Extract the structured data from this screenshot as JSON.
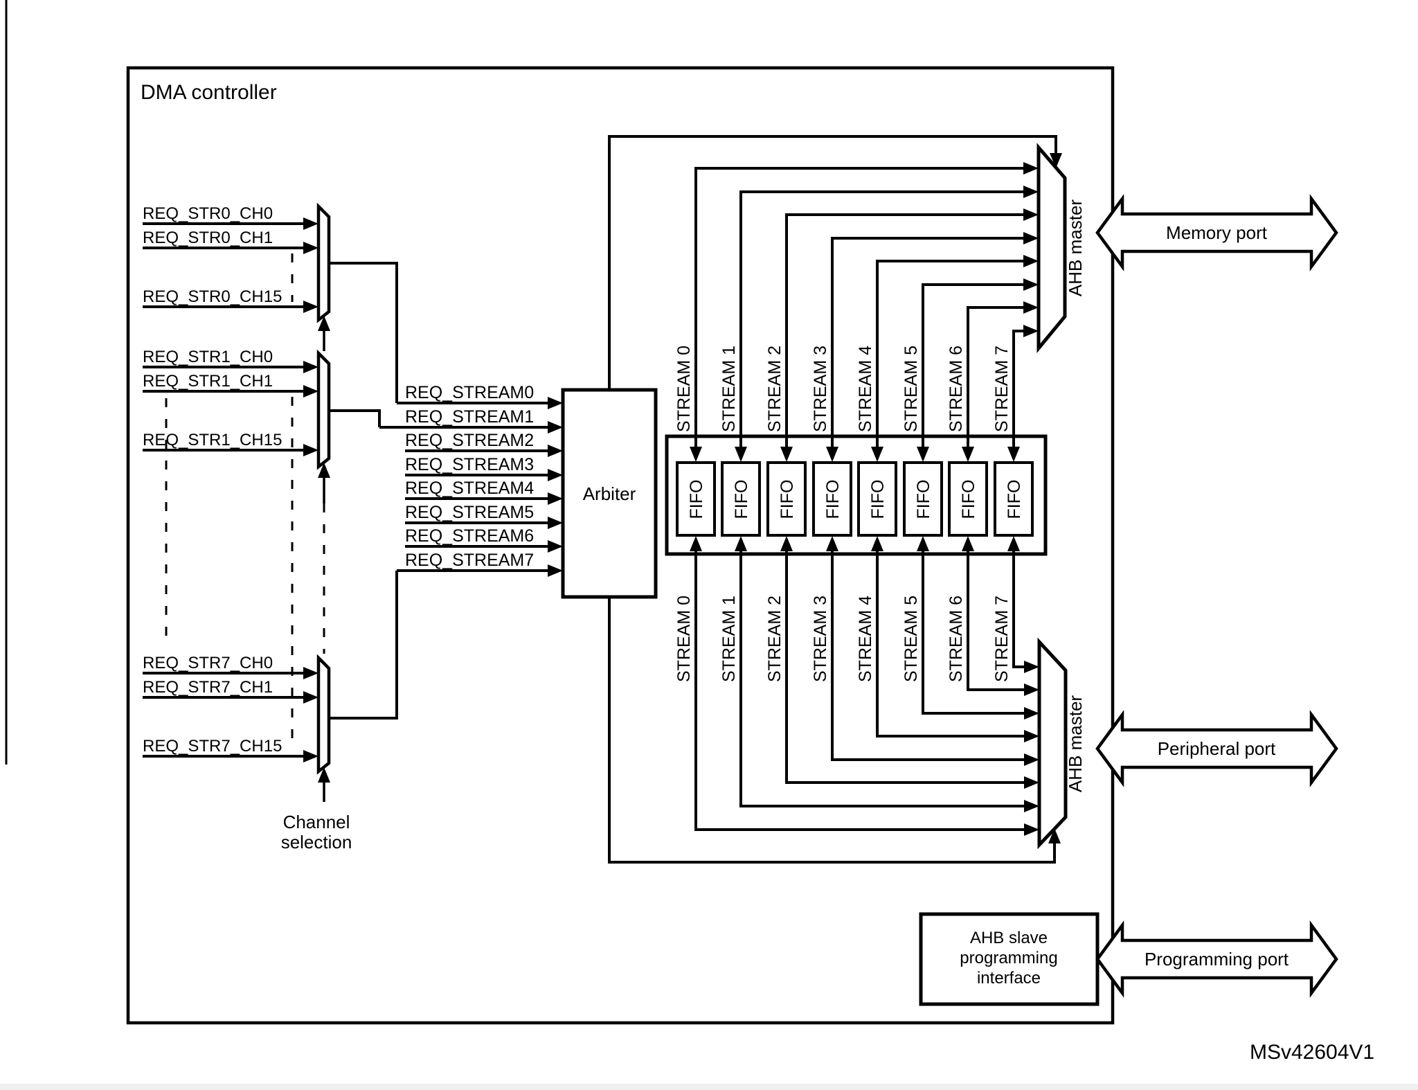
{
  "title": "DMA controller",
  "watermark": "MSv42604V1",
  "channel_selection": {
    "line1": "Channel",
    "line2": "selection"
  },
  "req_channels": {
    "str0": [
      "REQ_STR0_CH0",
      "REQ_STR0_CH1",
      "REQ_STR0_CH15"
    ],
    "str1": [
      "REQ_STR1_CH0",
      "REQ_STR1_CH1",
      "REQ_STR1_CH15"
    ],
    "str7": [
      "REQ_STR7_CH0",
      "REQ_STR7_CH1",
      "REQ_STR7_CH15"
    ]
  },
  "req_streams": [
    "REQ_STREAM0",
    "REQ_STREAM1",
    "REQ_STREAM2",
    "REQ_STREAM3",
    "REQ_STREAM4",
    "REQ_STREAM5",
    "REQ_STREAM6",
    "REQ_STREAM7"
  ],
  "arbiter_label": "Arbiter",
  "fifo_label": "FIFO",
  "streams": [
    "STREAM 0",
    "STREAM 1",
    "STREAM 2",
    "STREAM 3",
    "STREAM 4",
    "STREAM 5",
    "STREAM 6",
    "STREAM 7"
  ],
  "ahb_master_label": "AHB master",
  "ahb_slave": {
    "line1": "AHB slave",
    "line2": "programming",
    "line3": "interface"
  },
  "ports": {
    "memory": "Memory port",
    "peripheral": "Peripheral port",
    "programming": "Programming port"
  },
  "colors": {
    "line": "#000000",
    "background": "#ffffff"
  }
}
